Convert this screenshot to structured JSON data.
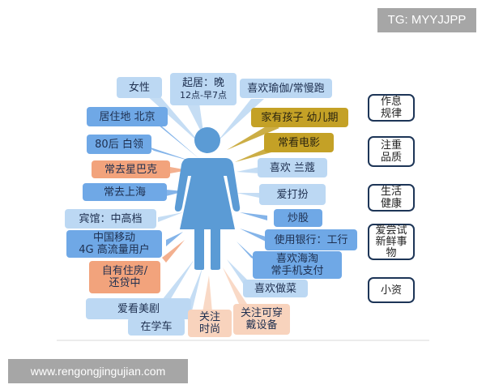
{
  "watermarks": {
    "top_right": "TG: MYYJJPP",
    "bottom_left": "www.rengongjingujian.com"
  },
  "figure": {
    "icon": "woman-figure-icon",
    "color": "#5b9bd5"
  },
  "colors": {
    "light_blue": "#bcd8f3",
    "medium_blue": "#6fa8e6",
    "gold": "#c4a126",
    "orange": "#f2a37c",
    "peach": "#f8d3bd",
    "category_border": "#1d3557"
  },
  "tags": {
    "female": "女性",
    "sleep_line1": "起居：晚",
    "sleep_line2": "12点-早7点",
    "yoga": "喜欢瑜伽/常慢跑",
    "residence": "居住地 北京",
    "kids": "家有孩子 幼儿期",
    "post80": "80后 白领",
    "movies": "常看电影",
    "starbucks": "常去星巴克",
    "lancome": "喜欢 兰蔻",
    "shanghai": "常去上海",
    "dressup": "爱打扮",
    "hotel": "宾馆：中高档",
    "stocks": "炒股",
    "mobile_line1": "中国移动",
    "mobile_line2": "4G 高流量用户",
    "bank": "使用银行：工行",
    "taobao_line1": "喜欢海淘",
    "taobao_line2": "常手机支付",
    "house_line1": "自有住房/",
    "house_line2": "还贷中",
    "cooking": "喜欢做菜",
    "us_drama": "爱看美剧",
    "driving": "在学车",
    "fashion_line1": "关注",
    "fashion_line2": "时尚",
    "wearable_line1": "关注可穿",
    "wearable_line2": "戴设备"
  },
  "categories": [
    {
      "line1": "作息",
      "line2": "规律"
    },
    {
      "line1": "注重",
      "line2": "品质"
    },
    {
      "line1": "生活",
      "line2": "健康"
    },
    {
      "line1": "爱尝试",
      "line2": "新鲜事",
      "line3": "物"
    },
    {
      "line1": "小资"
    }
  ]
}
